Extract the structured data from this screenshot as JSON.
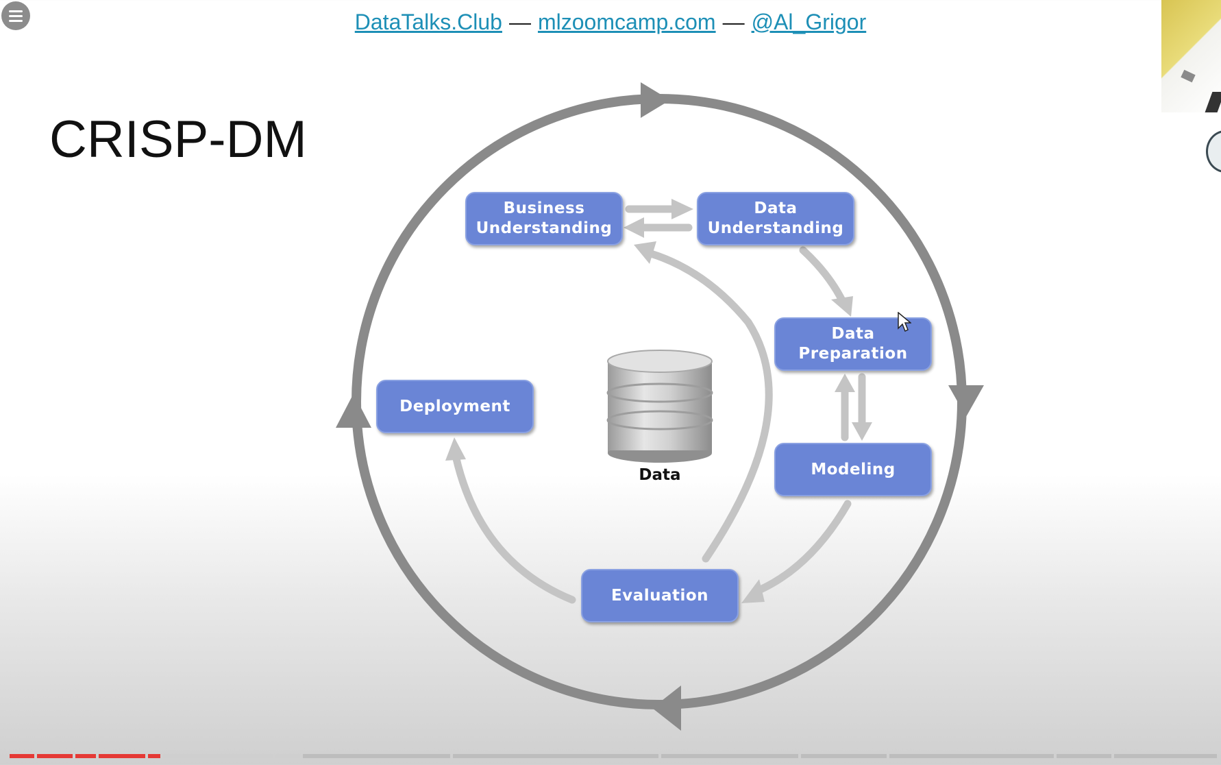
{
  "header": {
    "links": [
      "DataTalks.Club",
      "mlzoomcamp.com",
      "@Al_Grigor"
    ],
    "separator": "—"
  },
  "slide": {
    "title": "CRISP-DM"
  },
  "diagram": {
    "nodes": {
      "business_understanding": "Business\nUnderstanding",
      "data_understanding": "Data\nUnderstanding",
      "data_preparation": "Data\nPreparation",
      "modeling": "Modeling",
      "evaluation": "Evaluation",
      "deployment": "Deployment"
    },
    "data_label": "Data"
  },
  "colors": {
    "node_fill": "#6a85d6",
    "link": "#1d8fb6",
    "outer_ring": "#8a8a8a",
    "inner_arrows": "#c4c4c4",
    "progress_played": "#e53935",
    "progress_unplayed": "#bdbdbd"
  },
  "video": {
    "progress_fraction": 0.11
  },
  "icons": [
    "menu-icon",
    "database-icon",
    "mouse-cursor-icon",
    "chevron-left-icon"
  ]
}
